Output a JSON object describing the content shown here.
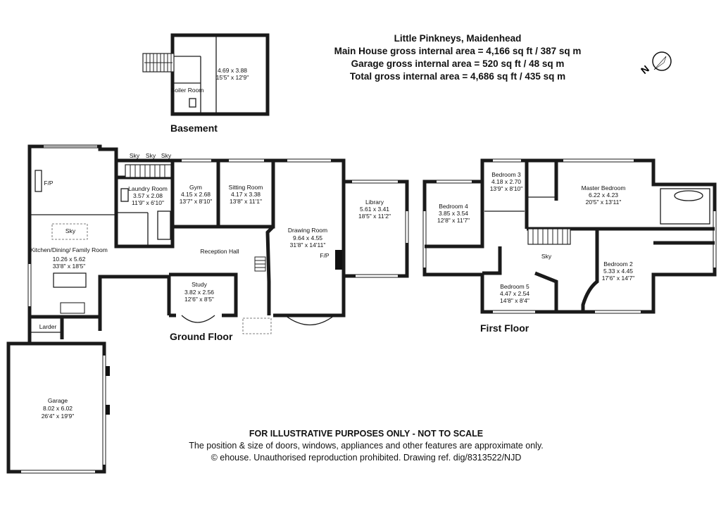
{
  "header": {
    "title": "Little Pinkneys, Maidenhead",
    "main_area": "Main House gross internal area = 4,166 sq ft / 387 sq m",
    "garage_area": "Garage gross internal area = 520 sq ft / 48 sq m",
    "total_area": "Total gross internal area = 4,686 sq ft / 435 sq m"
  },
  "compass": {
    "label": "N"
  },
  "floors": {
    "basement": "Basement",
    "ground": "Ground Floor",
    "first": "First Floor"
  },
  "rooms": {
    "boiler": "Boiler Room",
    "basement_room": {
      "metric": "4.69 x 3.88",
      "imperial": "15'5\" x 12'9\""
    },
    "kitchen": {
      "name": "Kitchen/Dining/ Family Room",
      "metric": "10.26 x 5.62",
      "imperial": "33'8\" x 18'5\""
    },
    "laundry": {
      "name": "Laundry Room",
      "metric": "3.57 x 2.08",
      "imperial": "11'9\" x 6'10\""
    },
    "gym": {
      "name": "Gym",
      "metric": "4.15 x 2.68",
      "imperial": "13'7\" x 8'10\""
    },
    "sitting": {
      "name": "Sitting Room",
      "metric": "4.17 x 3.38",
      "imperial": "13'8\" x 11'1\""
    },
    "drawing": {
      "name": "Drawing Room",
      "metric": "9.64 x 4.55",
      "imperial": "31'8\" x 14'11\""
    },
    "library": {
      "name": "Library",
      "metric": "5.61 x 3.41",
      "imperial": "18'5\" x 11'2\""
    },
    "reception": "Reception Hall",
    "study": {
      "name": "Study",
      "metric": "3.82 x 2.56",
      "imperial": "12'6\" x 8'5\""
    },
    "larder": "Larder",
    "garage": {
      "name": "Garage",
      "metric": "8.02 x 6.02",
      "imperial": "26'4\" x 19'9\""
    },
    "bed4": {
      "name": "Bedroom 4",
      "metric": "3.85 x 3.54",
      "imperial": "12'8\" x 11'7\""
    },
    "bed3": {
      "name": "Bedroom 3",
      "metric": "4.18 x 2.70",
      "imperial": "13'9\" x 8'10\""
    },
    "master": {
      "name": "Master Bedroom",
      "metric": "6.22 x 4.23",
      "imperial": "20'5\" x 13'11\""
    },
    "bed2": {
      "name": "Bedroom 2",
      "metric": "5.33 x 4.45",
      "imperial": "17'6\" x 14'7\""
    },
    "bed5": {
      "name": "Bedroom 5",
      "metric": "4.47 x 2.54",
      "imperial": "14'8\" x 8'4\""
    }
  },
  "labels": {
    "sky": "Sky",
    "fp": "F/P"
  },
  "footer": {
    "disclaimer": "FOR ILLUSTRATIVE PURPOSES ONLY - NOT TO SCALE",
    "note": "The position & size of doors, windows, appliances and other features are approximate only.",
    "copyright": "© ehouse. Unauthorised reproduction prohibited. Drawing ref. dig/8313522/NJD"
  }
}
